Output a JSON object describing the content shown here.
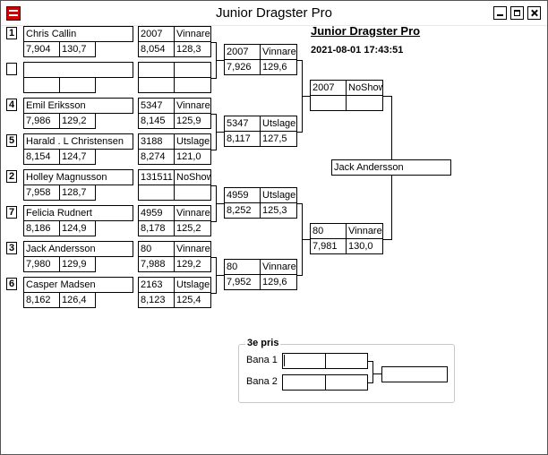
{
  "window": {
    "title": "Junior Dragster Pro"
  },
  "header": {
    "title": "Junior Dragster Pro",
    "datetime": "2021-08-01 17:43:51"
  },
  "seeds": [
    "1",
    "",
    "4",
    "5",
    "2",
    "7",
    "3",
    "6"
  ],
  "round1": [
    {
      "name": "Chris Callin",
      "rt": "7,904",
      "speed": "130,7",
      "id": "2007",
      "status": "Vinnare",
      "et": "8,054",
      "mph": "128,3"
    },
    {
      "name": "",
      "rt": "",
      "speed": "",
      "id": "",
      "status": "",
      "et": "",
      "mph": ""
    },
    {
      "name": "Emil Eriksson",
      "rt": "7,986",
      "speed": "129,2",
      "id": "5347",
      "status": "Vinnare",
      "et": "8,145",
      "mph": "125,9"
    },
    {
      "name": "Harald . L Christensen",
      "rt": "8,154",
      "speed": "124,7",
      "id": "3188",
      "status": "Utslagen",
      "et": "8,274",
      "mph": "121,0"
    },
    {
      "name": "Holley Magnusson",
      "rt": "7,958",
      "speed": "128,7",
      "id": "131511",
      "status": "NoShow",
      "et": "",
      "mph": ""
    },
    {
      "name": "Felicia Rudnert",
      "rt": "8,186",
      "speed": "124,9",
      "id": "4959",
      "status": "Vinnare",
      "et": "8,178",
      "mph": "125,2"
    },
    {
      "name": "Jack Andersson",
      "rt": "7,980",
      "speed": "129,9",
      "id": "80",
      "status": "Vinnare",
      "et": "7,988",
      "mph": "129,2"
    },
    {
      "name": "Casper Madsen",
      "rt": "8,162",
      "speed": "126,4",
      "id": "2163",
      "status": "Utslagen",
      "et": "8,123",
      "mph": "125,4"
    }
  ],
  "round2": [
    {
      "id": "2007",
      "status": "Vinnare",
      "et": "7,926",
      "mph": "129,6"
    },
    {
      "id": "5347",
      "status": "Utslagen",
      "et": "8,117",
      "mph": "127,5"
    },
    {
      "id": "4959",
      "status": "Utslagen",
      "et": "8,252",
      "mph": "125,3"
    },
    {
      "id": "80",
      "status": "Vinnare",
      "et": "7,952",
      "mph": "129,6"
    }
  ],
  "round3": [
    {
      "id": "2007",
      "status": "NoShow",
      "et": "",
      "mph": ""
    },
    {
      "id": "80",
      "status": "Vinnare",
      "et": "7,981",
      "mph": "130,0"
    }
  ],
  "final": {
    "winner": "Jack Andersson"
  },
  "third_place": {
    "title": "3e pris",
    "lane1": "Bana 1",
    "lane2": "Bana 2"
  }
}
